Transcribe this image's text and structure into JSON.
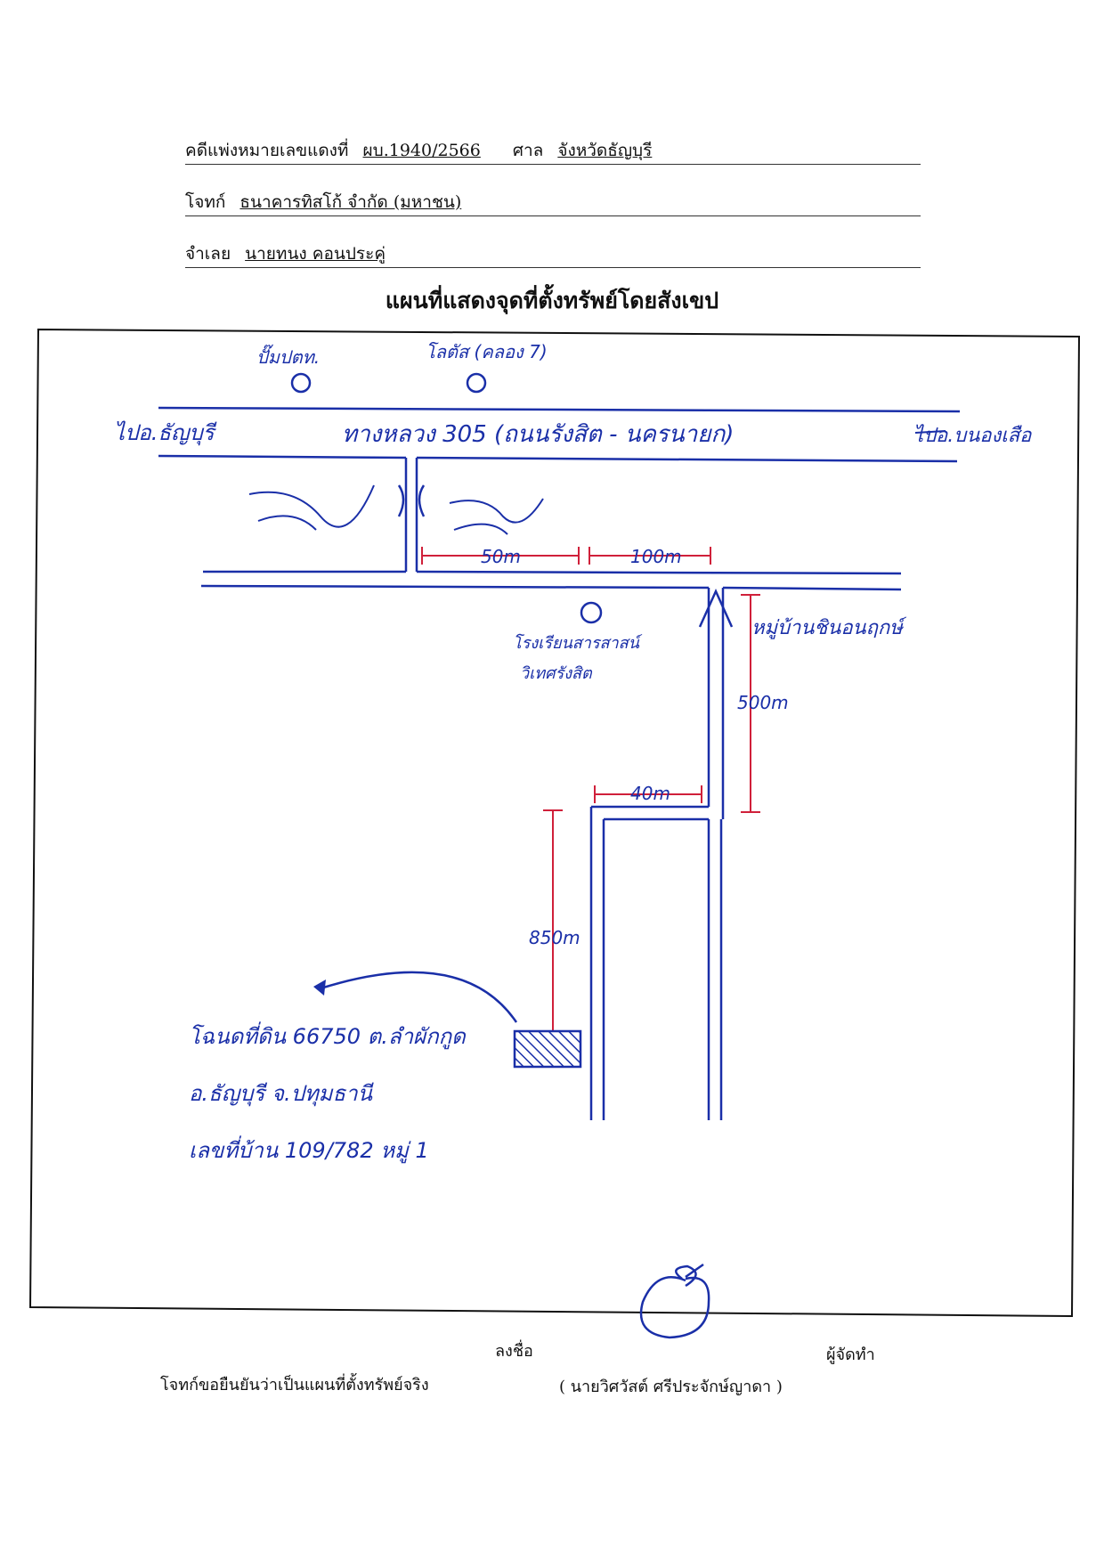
{
  "header": {
    "case_label": "คดีแพ่งหมายเลขแดงที่",
    "case_no": "ผบ.1940/2566",
    "court_label": "ศาล",
    "court": "จังหวัดธัญบุรี",
    "plaintiff_label": "โจทก์",
    "plaintiff": "ธนาคารทิสโก้ จำกัด (มหาชน)",
    "defendant_label": "จำเลย",
    "defendant": "นายทนง คอนประคู่"
  },
  "title": "แผนที่แสดงจุดที่ตั้งทรัพย์โดยสังเขป",
  "map": {
    "landmark_1": "ปั๊มปตท.",
    "landmark_2": "โลตัส (คลอง 7)",
    "to_left": "ไปอ.ธัญบุรี",
    "road_name": "ทางหลวง 305 (ถนนรังสิต - นครนายก)",
    "to_right": "ไปอ.บนองเสือ",
    "dist_50": "50m",
    "dist_100": "100m",
    "school": "โรงเรียนสารสาสน์",
    "school_2": "วิเทศรังสิต",
    "village": "หมู่บ้านชินอนฤกษ์",
    "dist_500": "500m",
    "dist_40": "40m",
    "dist_850": "850m",
    "property_1": "โฉนดที่ดิน 66750 ต.ลำผักกูด",
    "property_2": "อ.ธัญบุรี จ.ปทุมธานี",
    "property_3": "เลขที่บ้าน 109/782 หมู่ 1",
    "ink_color": "#1a2fa8",
    "dim_color": "#d0203a"
  },
  "footer": {
    "sign_label": "ลงชื่อ",
    "role": "ผู้จัดทำ",
    "confirm": "โจทก์ขอยืนยันว่าเป็นแผนที่ตั้งทรัพย์จริง",
    "name": "( นายวิศวัสต์ ศรีประจักษ์ญาดา )"
  }
}
